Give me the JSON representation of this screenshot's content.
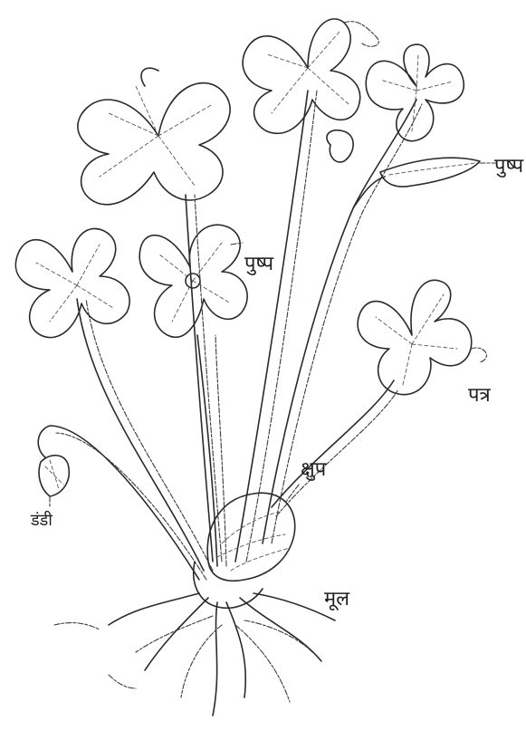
{
  "labels": {
    "flower_right": "पुष्प",
    "flower_middle": "पुष्प",
    "leaf": "पत्र",
    "stem": "क्षुप",
    "stalk": "डंडी",
    "root": "मूल"
  },
  "colors": {
    "ink": "#2a2a2a",
    "paper": "#ffffff"
  }
}
